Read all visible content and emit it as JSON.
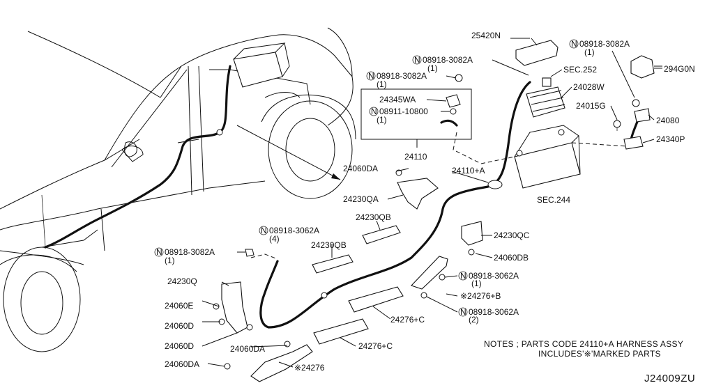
{
  "labels": {
    "p25420n": "25420N",
    "n08918_3082a_top": "08918-3082A",
    "n08918_3082a_top_qty": "(1)",
    "n08918_3082a_mid": "08918-3082A",
    "n08918_3082a_mid_qty": "(1)",
    "n08918_3082a_right": "08918-3082A",
    "n08918_3082a_right_qty": "(1)",
    "p294g0n": "294G0N",
    "sec252": "SEC.252",
    "p24028w": "24028W",
    "p24345wa": "24345WA",
    "n08911_10800": "08911-10800",
    "n08911_10800_qty": "(1)",
    "p24015g": "24015G",
    "p24080": "24080",
    "p24340p": "24340P",
    "p24110": "24110",
    "p24060da_top": "24060DA",
    "p24110a": "24110+A",
    "p24230qa": "24230QA",
    "sec244": "SEC.244",
    "p24230qb_a": "24230QB",
    "p24230qb_b": "24230QB",
    "p24230qc": "24230QC",
    "n08918_3062a_a": "08918-3062A",
    "n08918_3062a_a_qty": "(4)",
    "n08918_3082a_left": "08918-3082A",
    "n08918_3082a_left_qty": "(1)",
    "p24060db": "24060DB",
    "n08918_3062a_b": "08918-3062A",
    "n08918_3062a_b_qty": "(1)",
    "p24276b": "※24276+B",
    "p24230q": "24230Q",
    "p24060e": "24060E",
    "p24060d_a": "24060D",
    "n08918_3062a_c": "08918-3062A",
    "n08918_3062a_c_qty": "(2)",
    "p24276c_a": "24276+C",
    "p24060d_b": "24060D",
    "p24060da_mid": "24060DA",
    "p24276c_b": "24276+C",
    "p24060da_bot": "24060DA",
    "p24276": "※24276"
  },
  "notes": {
    "line1": "NOTES ; PARTS CODE  24110+A HARNESS ASSY",
    "line2": "INCLUDES'※'MARKED PARTS"
  },
  "diagram_code": "J24009ZU",
  "symbols": {
    "n_mark": "N"
  }
}
